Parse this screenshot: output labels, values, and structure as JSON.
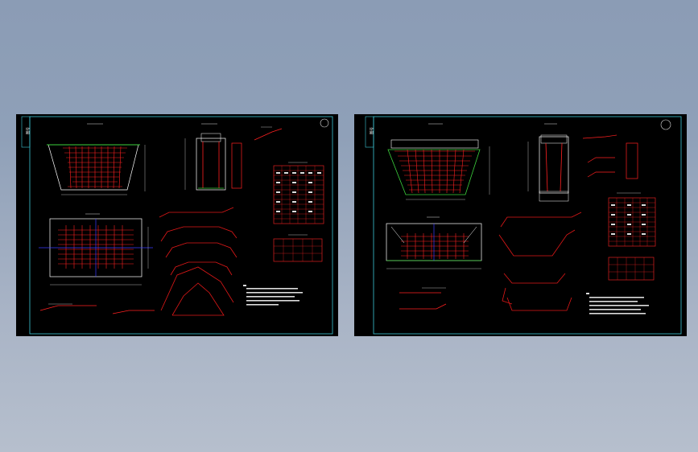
{
  "viewer": {
    "background_top": "#8b9cb5",
    "background_bottom": "#b6bfcd"
  },
  "colors": {
    "paper": "#000000",
    "frame": "#3ec8d8",
    "rebar": "#ff2020",
    "outline": "#ffffff",
    "stirrup": "#e01818",
    "green_line": "#3cd23c",
    "blue_line": "#3a3aff",
    "table_red": "#e02020"
  },
  "sheets": [
    {
      "side": "left",
      "title_block": "图号",
      "table": {
        "rows": 12,
        "cols": 6
      },
      "small_table": {
        "rows": 3,
        "cols": 5
      }
    },
    {
      "side": "right",
      "title_block": "图号",
      "table": {
        "rows": 11,
        "cols": 6
      },
      "small_table": {
        "rows": 3,
        "cols": 5
      }
    }
  ]
}
